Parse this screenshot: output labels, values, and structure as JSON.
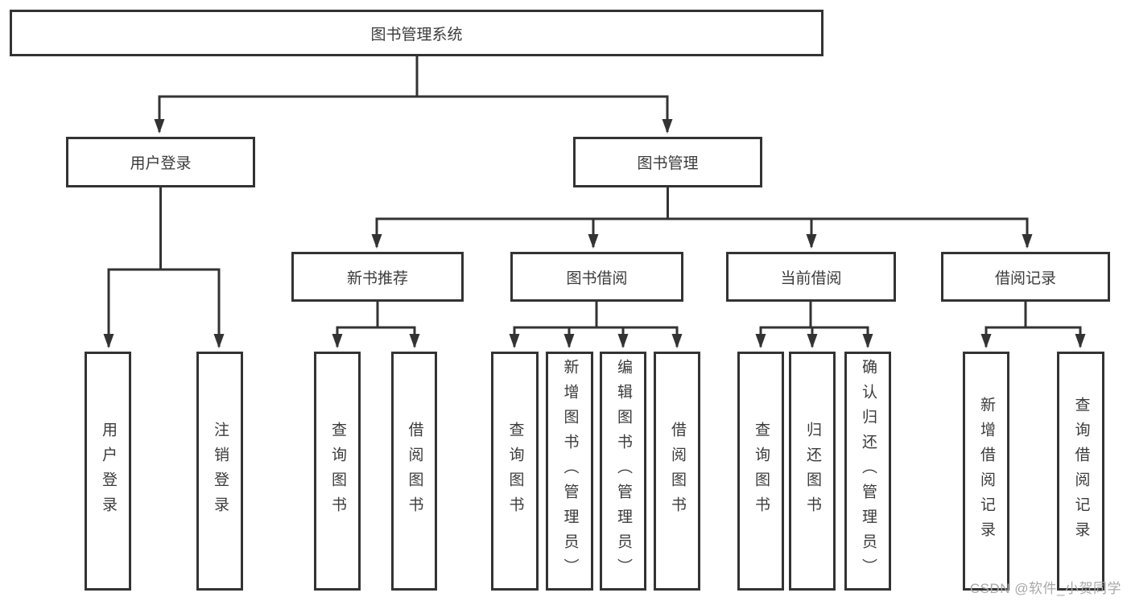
{
  "diagram": {
    "root": {
      "label": "图书管理系统"
    },
    "branches": [
      {
        "label": "用户登录",
        "children": [
          {
            "label": "用户登录"
          },
          {
            "label": "注销登录"
          }
        ]
      },
      {
        "label": "图书管理",
        "groups": [
          {
            "label": "新书推荐",
            "children": [
              {
                "label": "查询图书"
              },
              {
                "label": "借阅图书"
              }
            ]
          },
          {
            "label": "图书借阅",
            "children": [
              {
                "label": "查询图书"
              },
              {
                "label": "新增图书（管理员）"
              },
              {
                "label": "编辑图书（管理员）"
              },
              {
                "label": "借阅图书"
              }
            ]
          },
          {
            "label": "当前借阅",
            "children": [
              {
                "label": "查询图书"
              },
              {
                "label": "归还图书"
              },
              {
                "label": "确认归还（管理员）"
              }
            ]
          },
          {
            "label": "借阅记录",
            "children": [
              {
                "label": "新增借阅记录"
              },
              {
                "label": "查询借阅记录"
              }
            ]
          }
        ]
      }
    ]
  },
  "watermark": {
    "text": "CSDN @软件_小贺同学"
  },
  "colors": {
    "line": "#333333",
    "text": "#3b3b3b",
    "watermark": "#a8a8a8",
    "background": "#ffffff"
  }
}
